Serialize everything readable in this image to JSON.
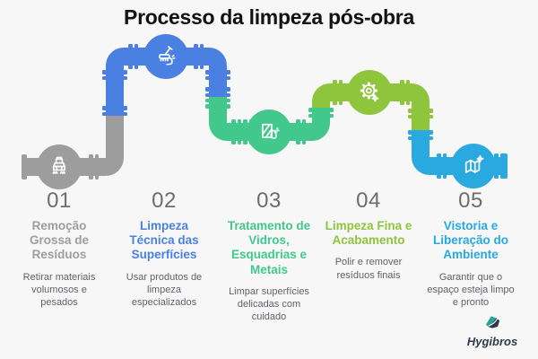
{
  "title": "Processo da limpeza pós-obra",
  "background": "#f7f7f8",
  "steps": [
    {
      "number": "01",
      "title": "Remoção\nGrossa de\nResíduos",
      "description": "Retirar materiais\nvolumosos e\npesados",
      "color": "#9d9d9d",
      "icon": "dump-truck-icon"
    },
    {
      "number": "02",
      "title": "Limpeza\nTécnica das\nSuperfícies",
      "description": "Usar produtos de\nlimpeza\nespecializados",
      "color": "#4a80e2",
      "icon": "scrub-brush-icon"
    },
    {
      "number": "03",
      "title": "Tratamento de\nVidros,\nEsquadrias e\nMetais",
      "description": "Limpar superfícies\ndelicadas com\ncuidado",
      "color": "#42c78d",
      "icon": "window-spray-icon"
    },
    {
      "number": "04",
      "title": "Limpeza Fina e\nAcabamento",
      "description": "Polir e remover\nresíduos finais",
      "color": "#8fc43d",
      "icon": "gear-sparkle-icon"
    },
    {
      "number": "05",
      "title": "Vistoria e\nLiberação do\nAmbiente",
      "description": "Garantir que o\nespaço esteja limpo\ne pronto",
      "color": "#29a9e0",
      "icon": "map-sparkle-icon"
    }
  ],
  "footer": {
    "brand": "Hygibros",
    "brand_teal": "#27a39e",
    "brand_dark": "#2c3b4b"
  },
  "text_colors": {
    "number": "#6d6d6d",
    "description": "#5f6368",
    "title": "#121212"
  }
}
